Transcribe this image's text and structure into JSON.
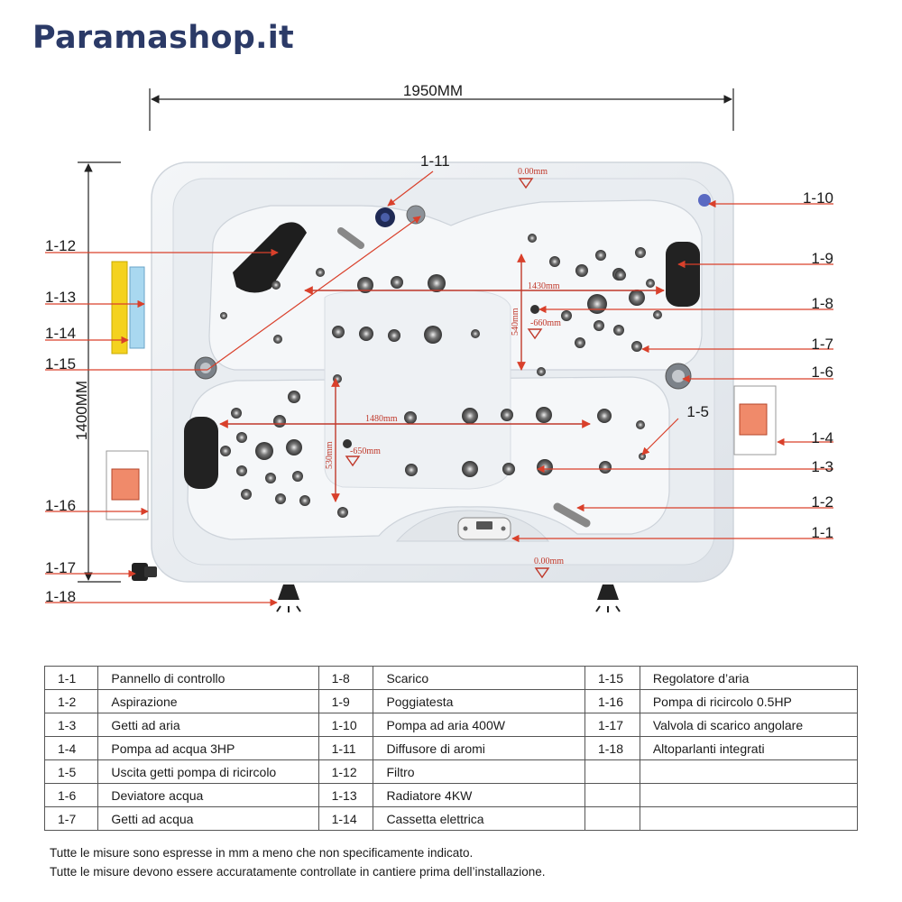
{
  "brand": "Paramashop.it",
  "dimensions": {
    "width": "1950MM",
    "height": "1400MM"
  },
  "inner_measures": {
    "depth_top": "0.00mm",
    "depth_bottom": "0.00mm",
    "upper_length": "1430mm",
    "upper_width": "540mm",
    "upper_depth": "-660mm",
    "lower_length": "1480mm",
    "lower_width": "530mm",
    "lower_depth": "-650mm"
  },
  "callouts": {
    "c1_1": "1-1",
    "c1_2": "1-2",
    "c1_3": "1-3",
    "c1_4": "1-4",
    "c1_5": "1-5",
    "c1_6": "1-6",
    "c1_7": "1-7",
    "c1_8": "1-8",
    "c1_9": "1-9",
    "c1_10": "1-10",
    "c1_11": "1-11",
    "c1_12": "1-12",
    "c1_13": "1-13",
    "c1_14": "1-14",
    "c1_15": "1-15",
    "c1_16": "1-16",
    "c1_17": "1-17",
    "c1_18": "1-18"
  },
  "legend": {
    "rows": [
      [
        {
          "code": "1-1",
          "name": "Pannello di controllo"
        },
        {
          "code": "1-8",
          "name": "Scarico"
        },
        {
          "code": "1-15",
          "name": "Regolatore d’aria"
        }
      ],
      [
        {
          "code": "1-2",
          "name": "Aspirazione"
        },
        {
          "code": "1-9",
          "name": "Poggiatesta"
        },
        {
          "code": "1-16",
          "name": "Pompa di ricircolo 0.5HP"
        }
      ],
      [
        {
          "code": "1-3",
          "name": "Getti ad aria"
        },
        {
          "code": "1-10",
          "name": "Pompa ad aria 400W"
        },
        {
          "code": "1-17",
          "name": "Valvola di scarico angolare"
        }
      ],
      [
        {
          "code": "1-4",
          "name": "Pompa ad acqua 3HP"
        },
        {
          "code": "1-11",
          "name": "Diffusore di aromi"
        },
        {
          "code": "1-18",
          "name": "Altoparlanti integrati"
        }
      ],
      [
        {
          "code": "1-5",
          "name": "Uscita getti pompa di ricircolo"
        },
        {
          "code": "1-12",
          "name": "Filtro"
        },
        {
          "code": "",
          "name": ""
        }
      ],
      [
        {
          "code": "1-6",
          "name": "Deviatore acqua"
        },
        {
          "code": "1-13",
          "name": "Radiatore 4KW"
        },
        {
          "code": "",
          "name": ""
        }
      ],
      [
        {
          "code": "1-7",
          "name": "Getti ad acqua"
        },
        {
          "code": "1-14",
          "name": "Cassetta elettrica"
        },
        {
          "code": "",
          "name": ""
        }
      ]
    ]
  },
  "notes": {
    "line1": "Tutte le misure sono espresse in mm a meno che non specificamente indicato.",
    "line2": "Tutte le misure devono essere accuratamente controllate in cantiere prima dell’installazione."
  },
  "colors": {
    "brand": "#2b3a67",
    "leader": "#d9402b",
    "measure": "#c0392b",
    "tub": "#eceff3"
  }
}
